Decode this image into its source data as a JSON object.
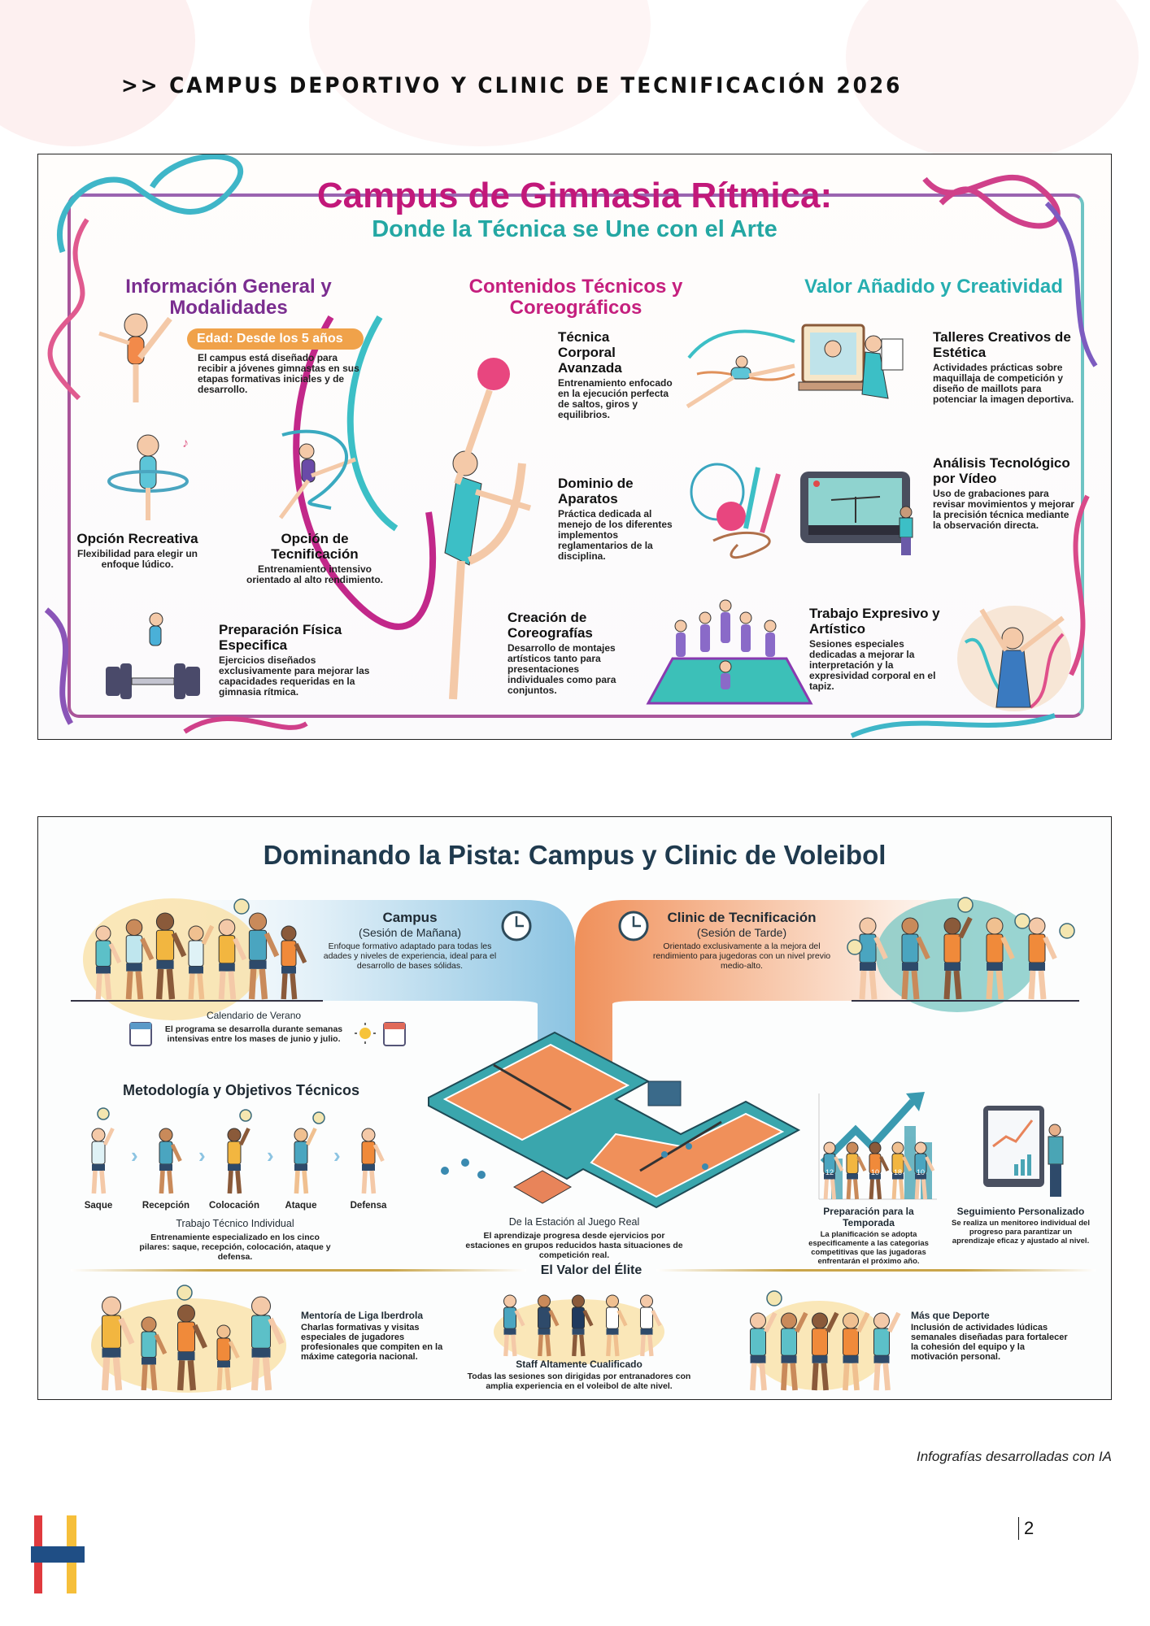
{
  "header": {
    "title": ">> CAMPUS DEPORTIVO Y CLINIC DE TECNIFICACIÓN 2026"
  },
  "gym": {
    "title": "Campus de Gimnasia Rítmica:",
    "subtitle": "Donde la Técnica se Une con el Arte",
    "colors": {
      "title": "#c2187a",
      "subtitle": "#24a7a3",
      "purple": "#7a2d8f",
      "teal": "#26aeb0",
      "magenta": "#c51f7e"
    },
    "col1": {
      "heading": "Información General y Modalidades",
      "badge": "Edad: Desde los 5 años",
      "badge_text": "El campus está diseñado para recibir a jóvenes gimnastas en sus etapas formativas iniciales y de desarrollo.",
      "items": [
        {
          "title": "Opción Recreativa",
          "text": "Flexibilidad para elegir un enfoque lúdico."
        },
        {
          "title": "Opción de Tecnificación",
          "text": "Entrenamiento intensivo orientado al alto rendimiento."
        },
        {
          "title": "Preparación Física Especifica",
          "text": "Ejercicios diseñados exclusivamente para mejorar las capacidades requeridas en la gimnasia rítmica."
        }
      ]
    },
    "col2": {
      "heading": "Contenidos Técnicos y Coreográficos",
      "items": [
        {
          "title": "Técnica Corporal Avanzada",
          "text": "Entrenamiento enfocado en la ejecución perfecta de saltos, giros y equilibrios."
        },
        {
          "title": "Dominio de Aparatos",
          "text": "Práctica dedicada al menejo de los diferentes implementos reglamentarios de la disciplina."
        },
        {
          "title": "Creación de Coreografías",
          "text": "Desarrollo de montajes artísticos tanto para presentaciones individuales como para conjuntos."
        }
      ]
    },
    "col3": {
      "heading": "Valor Añadido y Creatividad",
      "items": [
        {
          "title": "Talleres Creativos de Estética",
          "text": "Actividades prácticas sobre maquillaja de competición y diseño de maillots para potenciar la imagen deportiva."
        },
        {
          "title": "Análisis Tecnológico por Vídeo",
          "text": "Uso de grabaciones para revisar movimientos y mejorar la precisión técnica mediante la observación directa."
        },
        {
          "title": "Trabajo Expresivo y Artístico",
          "text": "Sesiones especiales dedicadas a mejorar la interpretación y la expresividad corporal en el tapiz."
        }
      ]
    }
  },
  "vol": {
    "title": "Dominando la Pista: Campus y Clinic de Voleibol",
    "colors": {
      "blue": "#8cc4e2",
      "orange": "#f0905a",
      "court": "#3aa6ad",
      "gold": "#c9a54a"
    },
    "campus": {
      "title": "Campus",
      "session": "(Sesión de Mañana)",
      "text": "Enfoque formativo adaptado para todas les adades y niveles de experiencia, ideal para el desarrollo de bases sólidas."
    },
    "clinic": {
      "title": "Clinic de Tecnificación",
      "session": "(Sesión de Tarde)",
      "text": "Orientado exclusivamente a la mejora del rendimiento para jugedoras con un nivel previo medio-alto."
    },
    "calendar": {
      "title": "Calendario de Verano",
      "text": "El programa se desarrolla durante semanas intensivas entre los mases de junio y julio."
    },
    "method": {
      "heading": "Metodología y Objetivos Técnicos",
      "steps": [
        "Saque",
        "Recepción",
        "Colocación",
        "Ataque",
        "Defensa"
      ],
      "title": "Trabajo Técnico Individual",
      "text": "Entrenamiente especializado en los cinco pilares: saque, recepción, colocación, ataque y defensa."
    },
    "station": {
      "title": "De la Estación al Juego Real",
      "text": "El aprendizaje progresa desde ejervicios por estaciones en grupos reducidos hasta situaciones de competición real."
    },
    "season": {
      "title": "Preparación para la Temporada",
      "text": "La planificación se adopta especificamente a las categorias competitivas que las jugadoras enfrentarán el próximo año.",
      "jerseys": [
        "12",
        "10",
        "18",
        "10"
      ]
    },
    "tracking": {
      "title": "Seguimiento Personalizado",
      "text": "Se realiza un menitoreo individual del progreso para parantizar un aprendizaje eficaz y ajustado al nivel."
    },
    "elite": {
      "heading": "El Valor del Élite",
      "mentoring": {
        "title": "Mentoría de Liga Iberdrola",
        "text": "Charlas formativas y visitas especiales de jugadores profesionales que compiten en la máxime categoria nacional."
      },
      "staff": {
        "title": "Staff Altamente Cualificado",
        "text": "Todas las sesiones son dirigidas por entranadores con amplia experiencia en el voleibol de alte nivel."
      },
      "more": {
        "title": "Más que Deporte",
        "text": "Inclusión de actividades lúdicas semanales diseñadas para fortalecer la cohesión del equipo y la motivación personal."
      }
    }
  },
  "footer": {
    "credit": "Infografías desarrolladas con IA",
    "page": "2",
    "logo_colors": [
      "#e03a3e",
      "#f6bf3a",
      "#1f4e85"
    ]
  }
}
